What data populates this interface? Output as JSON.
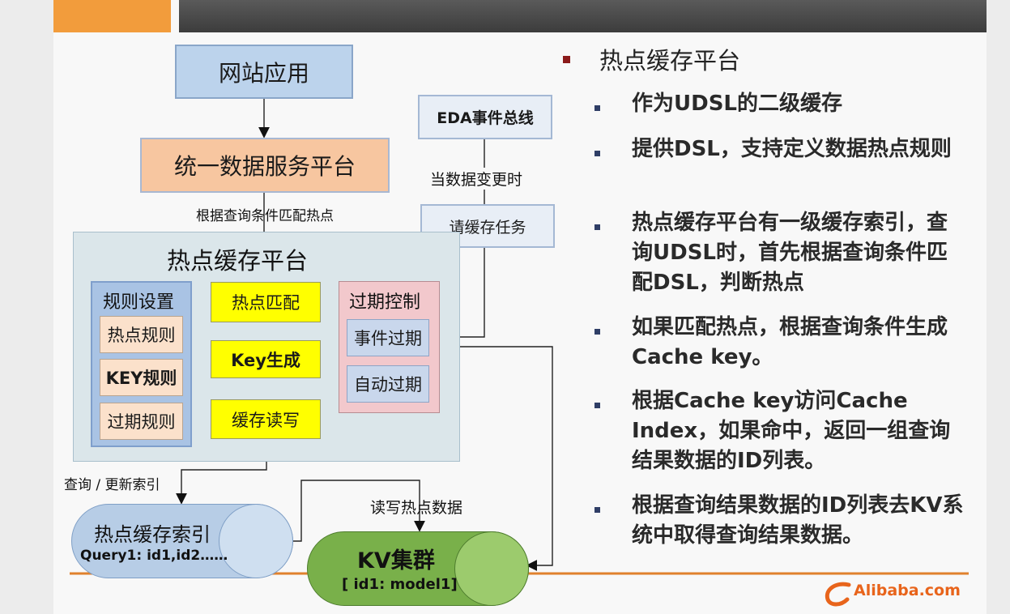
{
  "diagram": {
    "website_app": "网站应用",
    "udsp": "统一数据服务平台",
    "eda_bus": "EDA事件总线",
    "on_data_change": "当数据变更时",
    "cache_task": "请缓存任务",
    "match_hint": "根据查询条件匹配热点",
    "platform_title": "热点缓存平台",
    "rules_title": "规则设置",
    "hot_rule": "热点规则",
    "key_rule": "KEY规则",
    "expire_rule": "过期规则",
    "hot_match": "热点匹配",
    "key_gen": "Key生成",
    "cache_rw": "缓存读写",
    "expire_ctrl": "过期控制",
    "event_expire": "事件过期",
    "auto_expire": "自动过期",
    "query_update_index": "查询 / 更新索引",
    "rw_hot_data": "读写热点数据",
    "index_title": "热点缓存索引",
    "index_sub": "Query1: id1,id2……",
    "kv_title": "KV集群",
    "kv_sub": "[ id1: model1]"
  },
  "text": {
    "heading": "热点缓存平台",
    "bullets": [
      "作为UDSL的二级缓存",
      "提供DSL，支持定义数据热点规则",
      "热点缓存平台有一级缓存索引，查询UDSL时，首先根据查询条件匹配DSL，判断热点",
      "如果匹配热点，根据查询条件生成Cache key。",
      "根据Cache key访问Cache Index，如果命中，返回一组查询结果数据的ID列表。",
      "根据查询结果数据的ID列表去KV系统中取得查询结果数据。"
    ]
  },
  "logo": {
    "text": "Alibaba.com"
  },
  "colors": {
    "orange": "#f29c3c",
    "bullet": "#2f3e66",
    "heading_bullet": "#8b1a1a"
  }
}
